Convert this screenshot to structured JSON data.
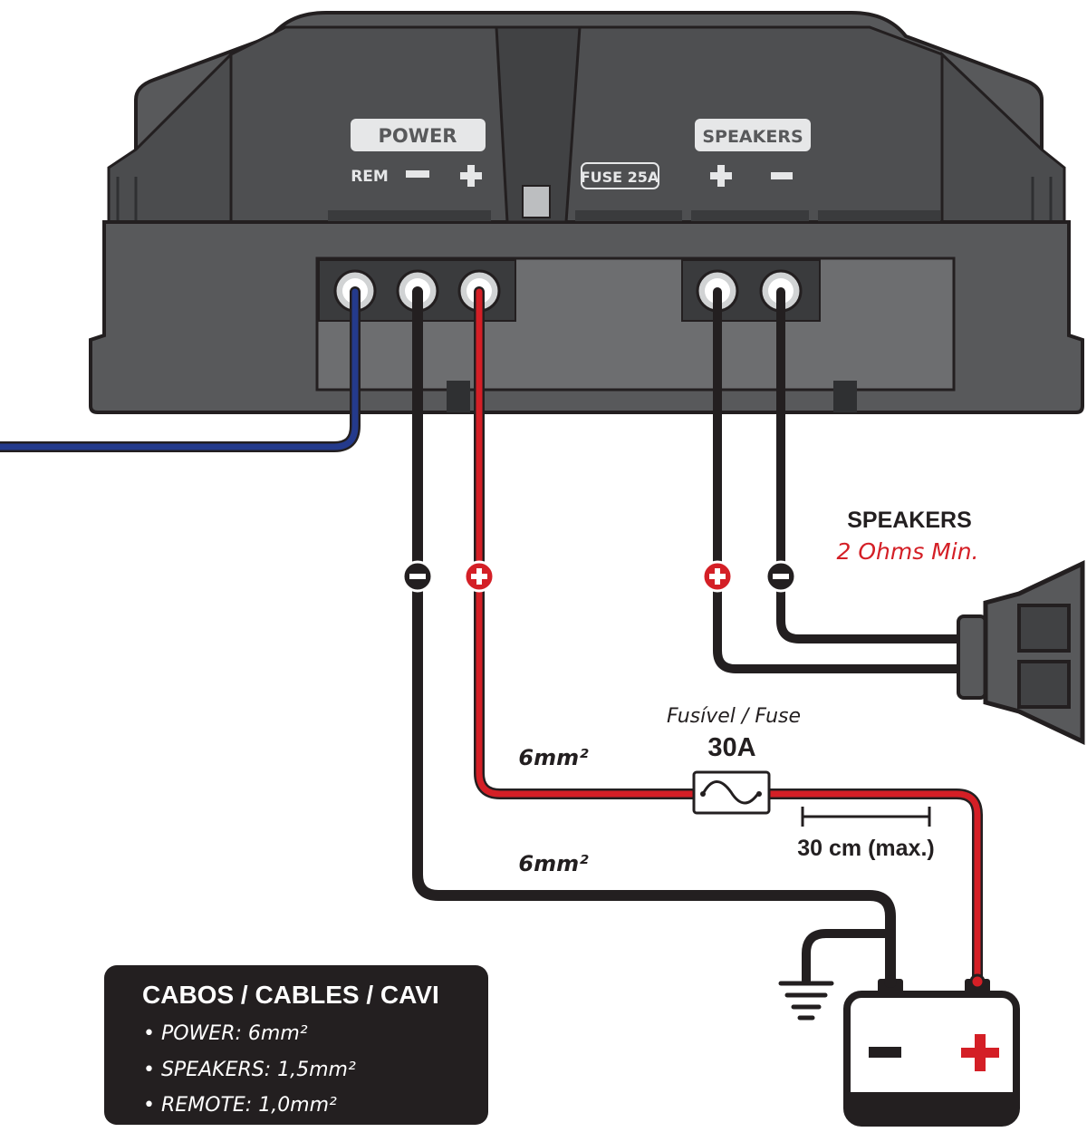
{
  "amplifier": {
    "power_label": "POWER",
    "rem_label": "REM",
    "minus_symbol": "−",
    "plus_symbol": "+",
    "fuse_label_text": "FUSE",
    "fuse_label_value": "25A",
    "speakers_label": "SPEAKERS"
  },
  "speaker": {
    "title": "SPEAKERS",
    "spec": "2 Ohms Min."
  },
  "fuse": {
    "caption": "Fusível / Fuse",
    "rating": "30A",
    "distance": "30 cm (max.)"
  },
  "wires": {
    "power_positive_gauge": "6mm²",
    "power_negative_gauge": "6mm²"
  },
  "cables_box": {
    "title": "CABOS / CABLES / CAVI",
    "items": [
      "• POWER: 6mm²",
      "• SPEAKERS: 1,5mm²",
      "• REMOTE: 1,0mm²"
    ]
  },
  "colors": {
    "amp_body": "#58595b",
    "amp_dark": "#414244",
    "wire_red": "#d41f26",
    "wire_black": "#231f20",
    "wire_blue": "#243a8c",
    "spec_red": "#d41f26",
    "box_bg": "#231f20"
  },
  "icons": {
    "ground": "ground-icon",
    "battery": "battery-icon",
    "speaker": "speaker-icon",
    "fuse": "fuse-icon"
  }
}
